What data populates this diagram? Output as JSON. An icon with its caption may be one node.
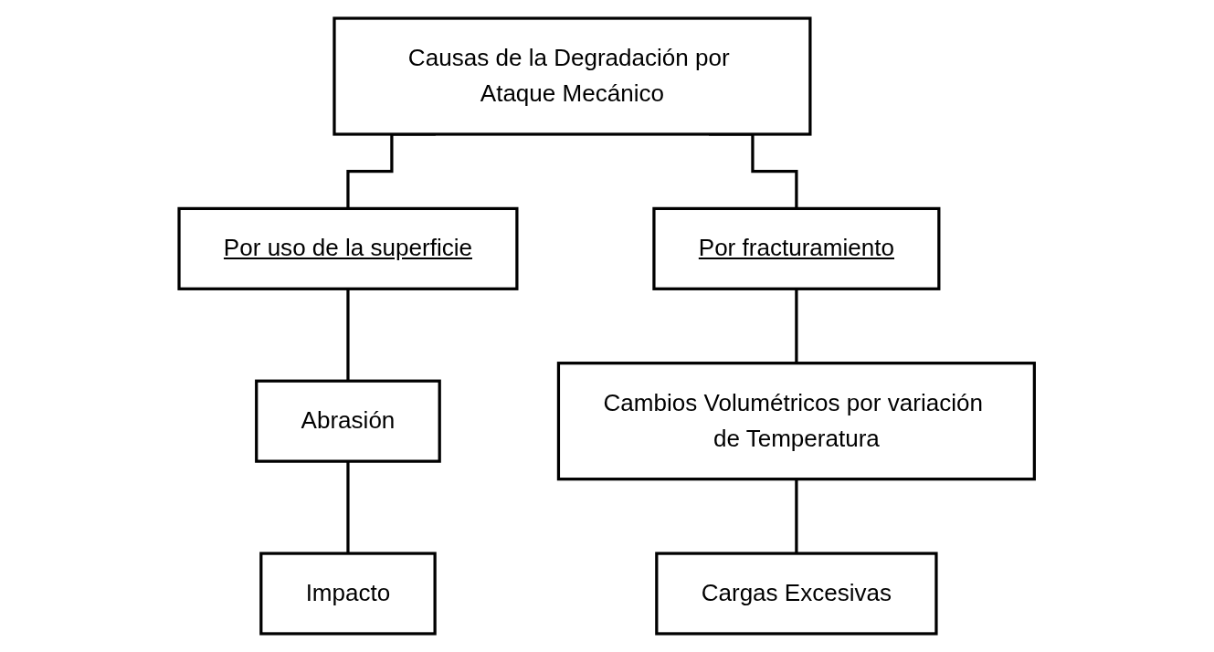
{
  "diagram": {
    "nodes": [
      {
        "text": [
          "Causas de la Degradación por Ataque Mecánico"
        ]
      },
      {
        "text": [
          "Por uso de la superficie"
        ]
      },
      {
        "text": [
          "Por fracturamiento"
        ]
      },
      {
        "text": [
          "Abrasión"
        ]
      },
      {
        "text": [
          "Impacto"
        ]
      },
      {
        "text": [
          "Cambios Volumétricos por variación de Temperatura"
        ]
      },
      {
        "text": [
          "Cargas Excesivas"
        ]
      }
    ],
    "edges": [
      {
        "from": 0,
        "to": 1,
        "arrow": "none"
      },
      {
        "from": 0,
        "to": 2,
        "arrow": "none"
      },
      {
        "from": 1,
        "to": 3,
        "arrow": "none"
      },
      {
        "from": 3,
        "to": 4,
        "arrow": "none"
      },
      {
        "from": 2,
        "to": 5,
        "arrow": "none"
      },
      {
        "from": 5,
        "to": 6,
        "arrow": "none"
      }
    ]
  }
}
